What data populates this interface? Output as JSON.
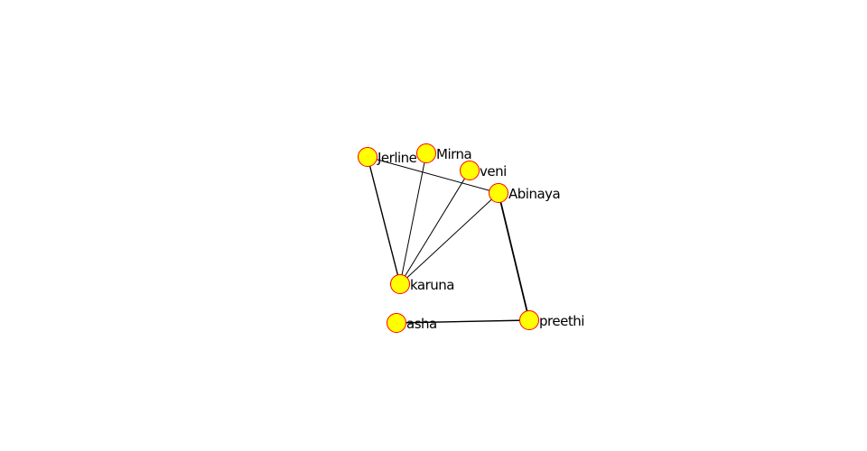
{
  "graph": {
    "node_fill": "#ffff00",
    "node_stroke": "#ff0000",
    "edge_color": "#000000",
    "nodes": [
      {
        "id": "Jerline",
        "label": "Jerline"
      },
      {
        "id": "Mirna",
        "label": "Mirna"
      },
      {
        "id": "veni",
        "label": "veni"
      },
      {
        "id": "Abinaya",
        "label": "Abinaya"
      },
      {
        "id": "karuna",
        "label": "karuna"
      },
      {
        "id": "asha",
        "label": "asha"
      },
      {
        "id": "preethi",
        "label": "preethi"
      }
    ],
    "edges": [
      {
        "source": "Jerline",
        "target": "karuna",
        "weight": 1.4
      },
      {
        "source": "Mirna",
        "target": "karuna",
        "weight": 1
      },
      {
        "source": "veni",
        "target": "karuna",
        "weight": 1
      },
      {
        "source": "Abinaya",
        "target": "karuna",
        "weight": 1
      },
      {
        "source": "Jerline",
        "target": "Abinaya",
        "weight": 1
      },
      {
        "source": "Abinaya",
        "target": "preethi",
        "weight": 1.8
      },
      {
        "source": "asha",
        "target": "preethi",
        "weight": 1.4
      }
    ]
  }
}
